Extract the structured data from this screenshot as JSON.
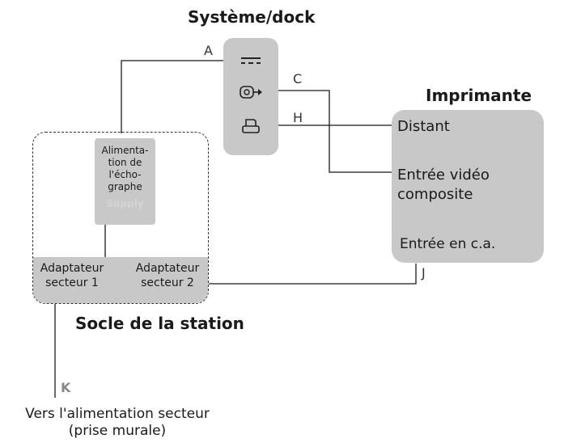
{
  "titles": {
    "dock": "Système/dock",
    "printer": "Imprimante",
    "station": "Socle de la station"
  },
  "supply": {
    "label": "Alimenta-\ntion de\nl'écho-\ngraphe",
    "ghost": "Supply"
  },
  "adapters": {
    "one": "Adaptateur\nsecteur 1",
    "two": "Adaptateur\nsecteur 2"
  },
  "printer_ports": {
    "remote": "Distant",
    "video": "Entrée vidéo\ncomposite",
    "ac": "Entrée en c.a."
  },
  "connection_labels": {
    "a": "A",
    "c": "C",
    "h": "H",
    "j": "J",
    "k": "K"
  },
  "wall": "Vers l'alimentation secteur\n(prise murale)",
  "icons": [
    "dc-power-icon",
    "video-out-icon",
    "printer-icon"
  ],
  "colors": {
    "fill": "#c8c8c8",
    "line": "#1a1a1a"
  }
}
